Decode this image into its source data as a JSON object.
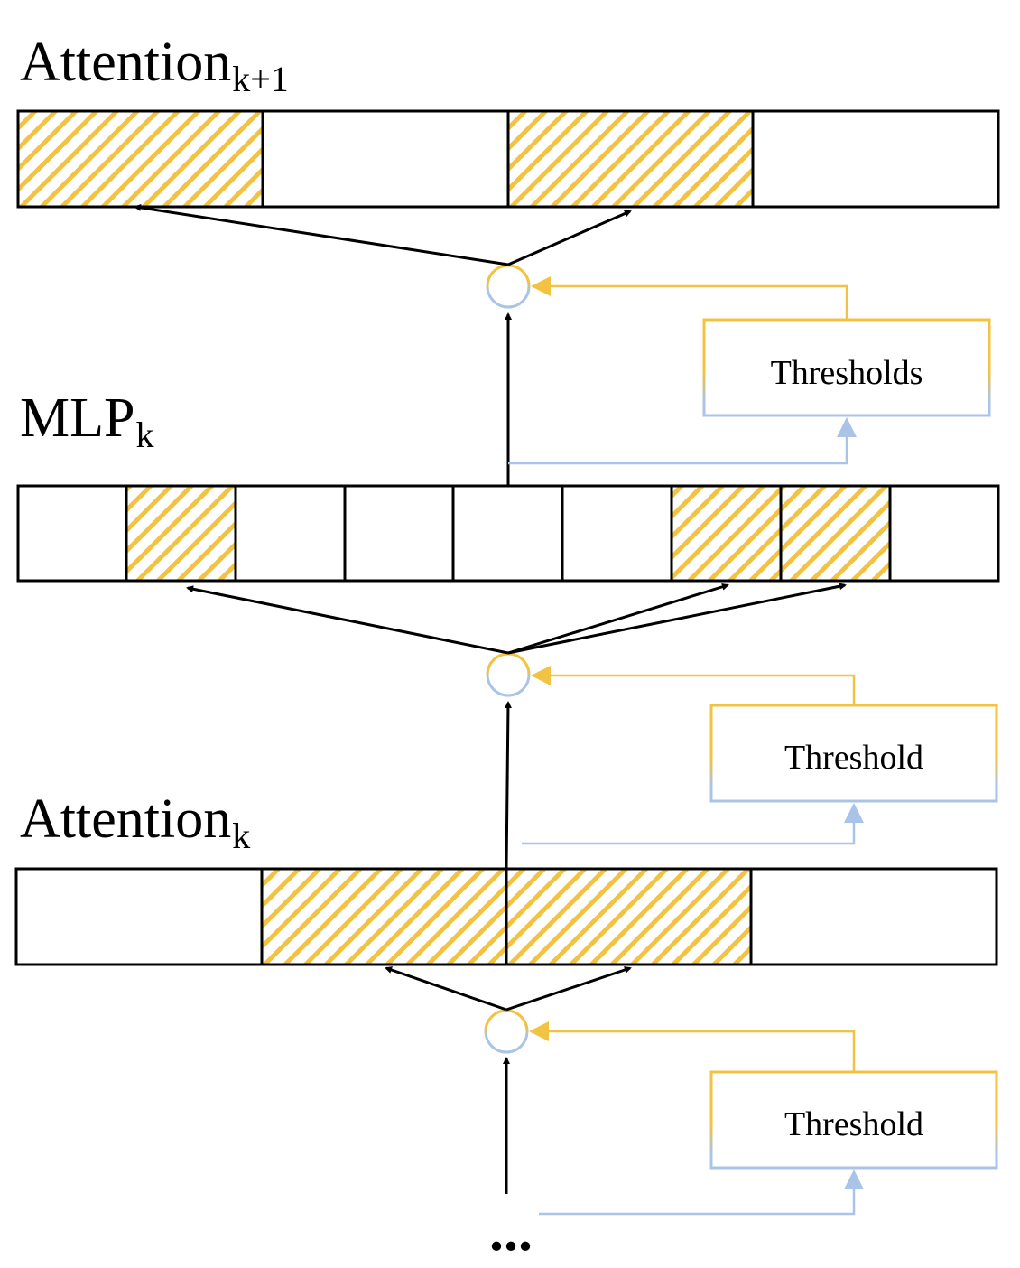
{
  "layers": {
    "attention_top": {
      "main": "Attention",
      "sub": "k+1"
    },
    "mlp": {
      "main": "MLP",
      "sub": "k"
    },
    "attention_k": {
      "main": "Attention",
      "sub": "k"
    }
  },
  "threshold_boxes": {
    "top": "Thresholds",
    "middle": "Threshold",
    "bottom": "Threshold"
  },
  "ellipsis": "...",
  "colors": {
    "hatch": "#f2c242",
    "threshold_top_border": "#f2c242",
    "threshold_bottom_border": "#a9c4e6",
    "line": "#000000"
  }
}
